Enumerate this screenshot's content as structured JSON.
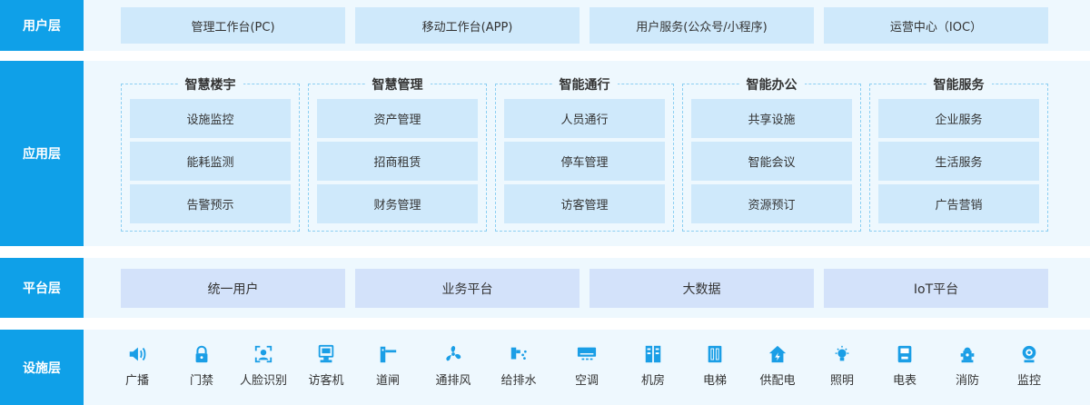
{
  "layers": {
    "user": {
      "label": "用户层",
      "items": [
        "管理工作台(PC)",
        "移动工作台(APP)",
        "用户服务(公众号/小程序)",
        "运营中心（IOC）"
      ]
    },
    "app": {
      "label": "应用层",
      "modules": [
        {
          "title": "智慧楼宇",
          "items": [
            "设施监控",
            "能耗监测",
            "告警预示"
          ]
        },
        {
          "title": "智慧管理",
          "items": [
            "资产管理",
            "招商租赁",
            "财务管理"
          ]
        },
        {
          "title": "智能通行",
          "items": [
            "人员通行",
            "停车管理",
            "访客管理"
          ]
        },
        {
          "title": "智能办公",
          "items": [
            "共享设施",
            "智能会议",
            "资源预订"
          ]
        },
        {
          "title": "智能服务",
          "items": [
            "企业服务",
            "生活服务",
            "广告营销"
          ]
        }
      ]
    },
    "platform": {
      "label": "平台层",
      "items": [
        "统一用户",
        "业务平台",
        "大数据",
        "IoT平台"
      ]
    },
    "facility": {
      "label": "设施层",
      "devices": [
        {
          "label": "广播",
          "icon": "speaker-icon"
        },
        {
          "label": "门禁",
          "icon": "lock-icon"
        },
        {
          "label": "人脸识别",
          "icon": "face-recognition-icon"
        },
        {
          "label": "访客机",
          "icon": "visitor-kiosk-icon"
        },
        {
          "label": "道闸",
          "icon": "barrier-gate-icon"
        },
        {
          "label": "通排风",
          "icon": "fan-icon"
        },
        {
          "label": "给排水",
          "icon": "water-icon"
        },
        {
          "label": "空调",
          "icon": "air-conditioner-icon"
        },
        {
          "label": "机房",
          "icon": "server-room-icon"
        },
        {
          "label": "电梯",
          "icon": "elevator-icon"
        },
        {
          "label": "供配电",
          "icon": "power-supply-icon"
        },
        {
          "label": "照明",
          "icon": "lightbulb-icon"
        },
        {
          "label": "电表",
          "icon": "meter-icon"
        },
        {
          "label": "消防",
          "icon": "fire-hydrant-icon"
        },
        {
          "label": "监控",
          "icon": "camera-icon"
        }
      ]
    }
  },
  "colors": {
    "label_bg": "#0fa0e8",
    "layer_bg": "#eef8fe",
    "box": "#cfe9fb",
    "platform_box": "#d3e2fa",
    "icon": "#1a9ee6"
  }
}
